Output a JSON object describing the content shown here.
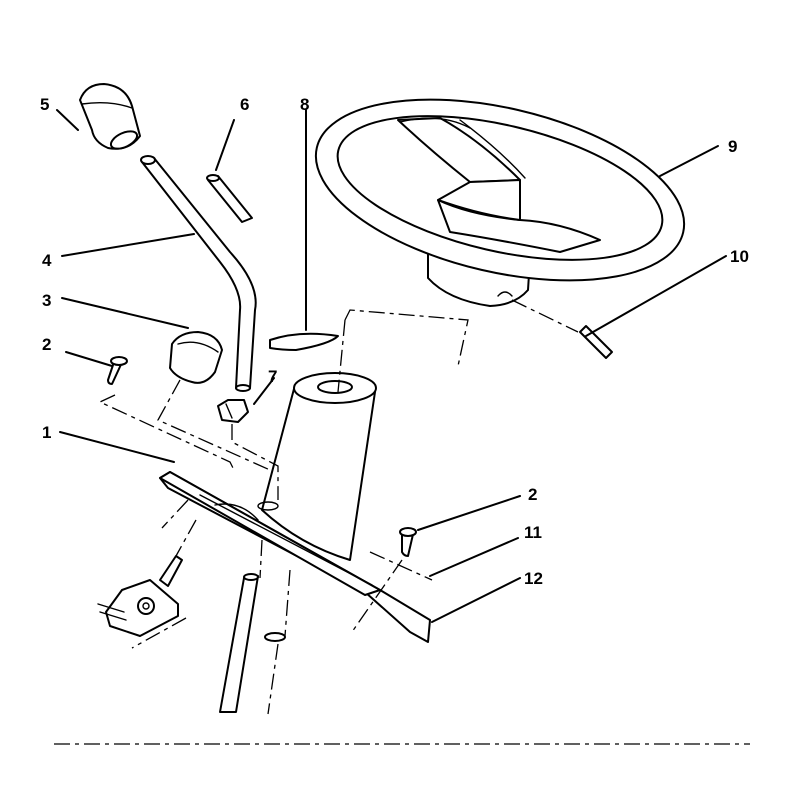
{
  "callouts": [
    {
      "id": "label-1",
      "text": "1"
    },
    {
      "id": "label-2a",
      "text": "2"
    },
    {
      "id": "label-2b",
      "text": "2"
    },
    {
      "id": "label-3",
      "text": "3"
    },
    {
      "id": "label-4",
      "text": "4"
    },
    {
      "id": "label-5",
      "text": "5"
    },
    {
      "id": "label-6",
      "text": "6"
    },
    {
      "id": "label-7",
      "text": "7"
    },
    {
      "id": "label-8",
      "text": "8"
    },
    {
      "id": "label-9",
      "text": "9"
    },
    {
      "id": "label-10",
      "text": "10"
    },
    {
      "id": "label-11",
      "text": "11"
    },
    {
      "id": "label-12",
      "text": "12"
    }
  ]
}
